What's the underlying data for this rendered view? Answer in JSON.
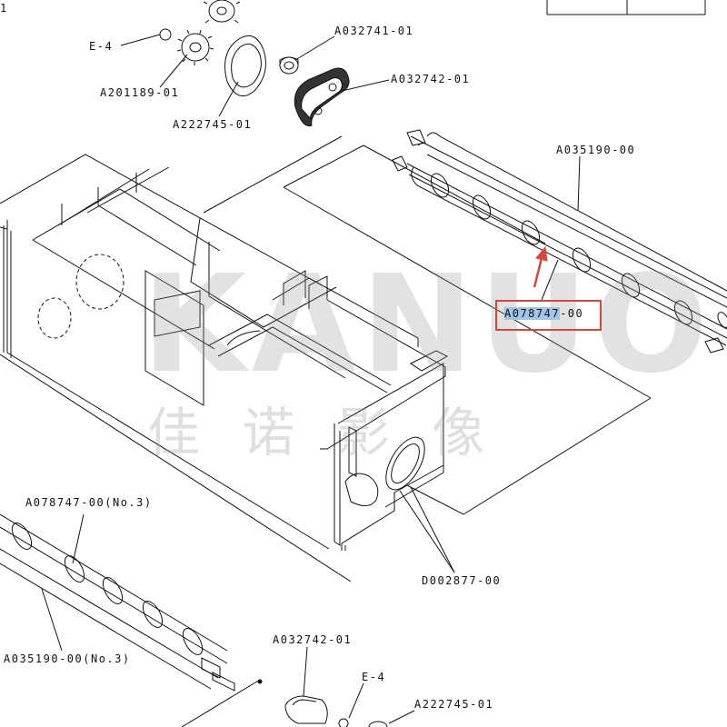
{
  "page_number": "1",
  "watermark": {
    "latin": "KANUO",
    "chinese": "佳 诺 影 像"
  },
  "labels": {
    "e4_top": "E-4",
    "a201189": "A201189-01",
    "a222745_top": "A222745-01",
    "a032741": "A032741-01",
    "a032742_top": "A032742-01",
    "a035190_top": "A035190-00",
    "a078747_top_highlight": "A078747",
    "a078747_top_suffix": "-00",
    "a078747_no3": "A078747-00(No.3)",
    "d002877": "D002877-00",
    "a035190_no3": "A035190-00(No.3)",
    "a032742_bottom": "A032742-01",
    "e4_bottom": "E-4",
    "a222745_bottom": "A222745-01"
  },
  "colors": {
    "highlight_box": "#d9463b",
    "arrow": "#d9463b",
    "text_highlight": "#9fc5e8",
    "line": "#111111"
  }
}
